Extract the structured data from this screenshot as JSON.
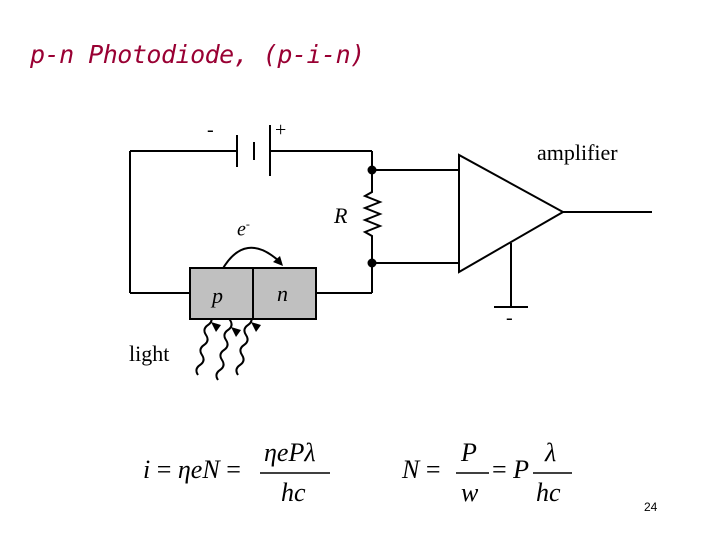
{
  "title": "p-n  Photodiode, (p-i-n)",
  "labels": {
    "battery_minus": "-",
    "battery_plus": "+",
    "amplifier": "amplifier",
    "resistor": "R",
    "electron": "e",
    "electron_sup": "-",
    "p_region": "p",
    "n_region": "n",
    "light": "light",
    "ground": "-"
  },
  "equations": {
    "eq1": {
      "lhs": "i",
      "mid": "ηeN",
      "num": "ηePλ",
      "den": "hc"
    },
    "eq2": {
      "lhs": "N",
      "f1_num": "P",
      "f1_den": "w",
      "coef": "P",
      "f2_num": "λ",
      "f2_den": "hc"
    }
  },
  "page_number": "24"
}
